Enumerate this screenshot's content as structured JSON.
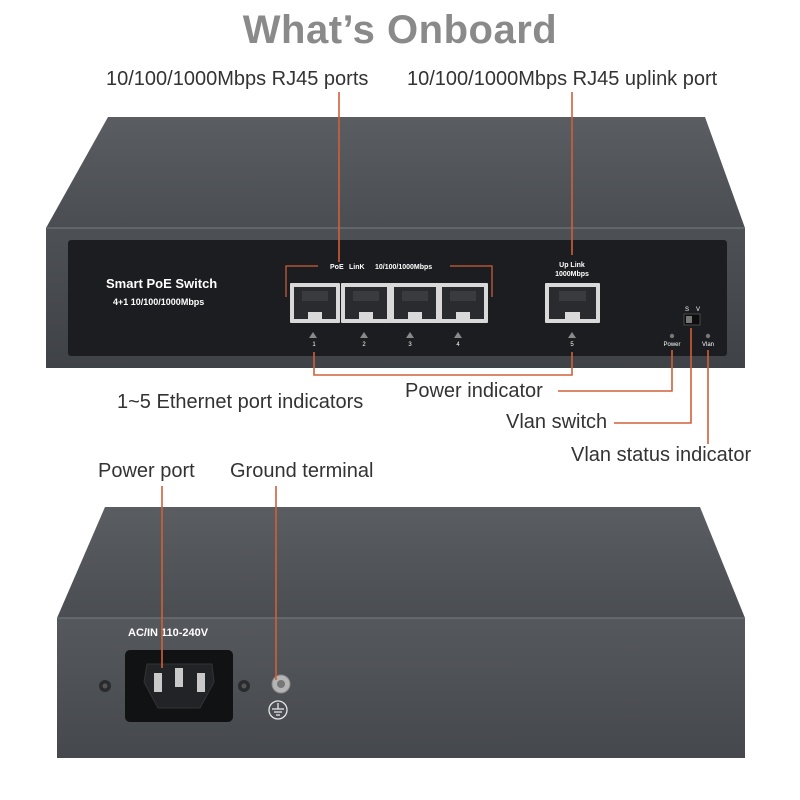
{
  "title": "What’s Onboard",
  "callouts": {
    "rj45_ports": "10/100/1000Mbps RJ45 ports",
    "uplink_port": "10/100/1000Mbps RJ45 uplink port",
    "port_indicators": "1~5 Ethernet port indicators",
    "power_indicator": "Power indicator",
    "vlan_switch": "Vlan switch",
    "vlan_status": "Vlan status indicator",
    "power_port": "Power port",
    "ground_terminal": "Ground terminal"
  },
  "front_panel": {
    "brand": "Smart PoE Switch",
    "model": "4+1 10/100/1000Mbps",
    "poe_label": "PoE",
    "link_label": "LinK",
    "speed_label": "10/100/1000Mbps",
    "uplink_label": "Up Link",
    "uplink_speed": "1000Mbps",
    "port_numbers": [
      "1",
      "2",
      "3",
      "4",
      "5"
    ],
    "power_led_label": "Power",
    "vlan_led_label": "Vlan",
    "switch_s": "S",
    "switch_v": "V"
  },
  "back_panel": {
    "power_rating": "AC/IN 110-240V"
  },
  "colors": {
    "accent": "#d0603a",
    "title": "#8a8a8a",
    "chassis": "#4a4d52",
    "panel": "#1c1d20",
    "brand_text": "#e8623a"
  }
}
